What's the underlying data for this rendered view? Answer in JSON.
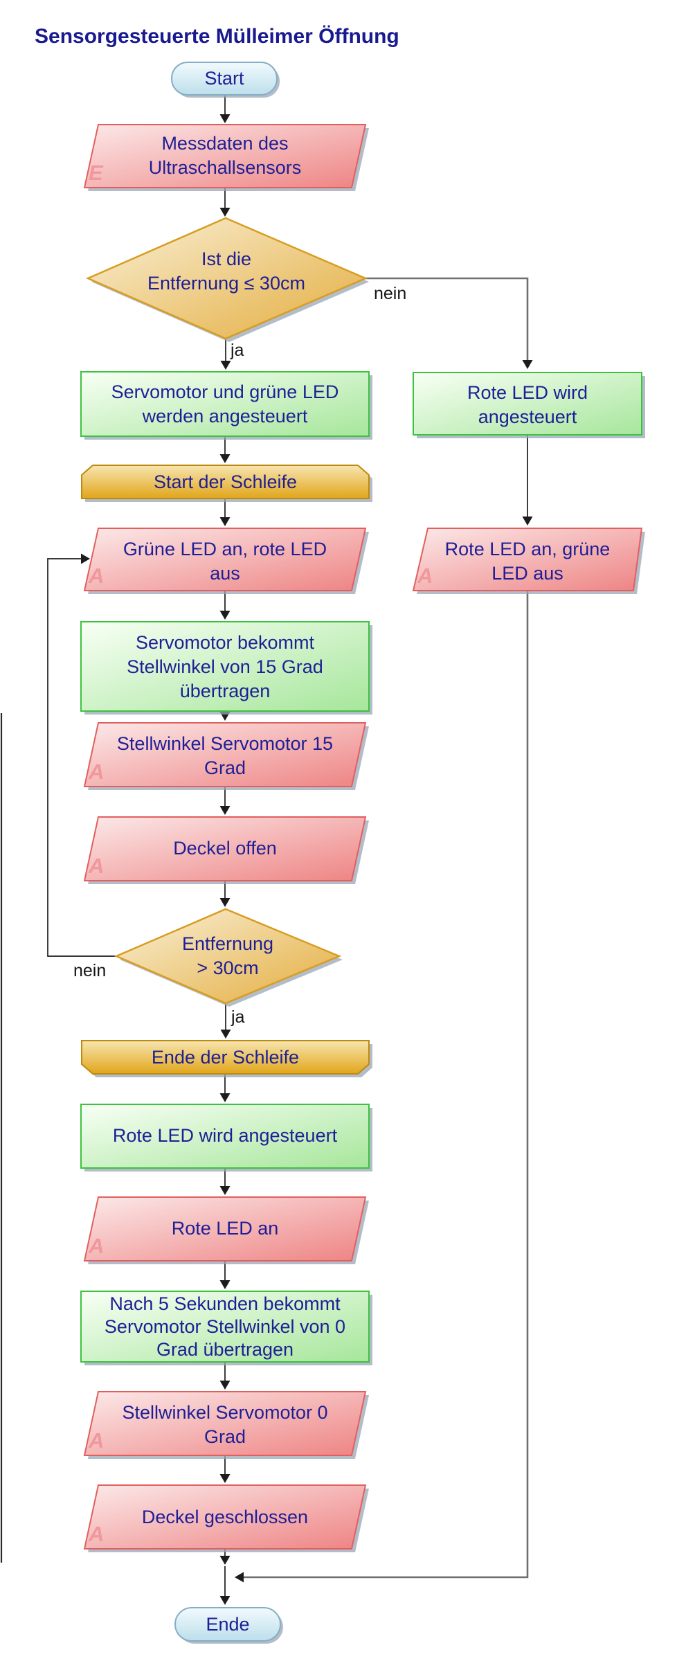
{
  "title": "Sensorgesteuerte Mülleimer Öffnung",
  "edge_labels": {
    "ja_entfernung": "ja",
    "nein_entfernung": "nein",
    "nein_schleife": "nein",
    "ja_schleife": "ja"
  },
  "nodes": {
    "start": {
      "label": "Start",
      "type": "terminator"
    },
    "messdaten": {
      "lines": [
        "Messdaten des",
        "Ultraschallsensors"
      ],
      "tag": "E",
      "type": "io"
    },
    "check_entfernung": {
      "lines": [
        "Ist die",
        "Entfernung ≤ 30cm"
      ],
      "type": "decision"
    },
    "servo_gruen": {
      "lines": [
        "Servomotor und grüne LED",
        "werden angesteuert"
      ],
      "type": "process"
    },
    "rote_led_wird_r": {
      "lines": [
        "Rote LED wird",
        "angesteuert"
      ],
      "type": "process"
    },
    "schleife_start": {
      "label": "Start der Schleife",
      "type": "loop-start"
    },
    "gruene_led_an": {
      "lines": [
        "Grüne LED an, rote LED",
        "aus"
      ],
      "tag": "A",
      "type": "io"
    },
    "rote_led_an_gruen": {
      "lines": [
        "Rote LED an, grüne",
        "LED aus"
      ],
      "tag": "A",
      "type": "io"
    },
    "servo_15": {
      "lines": [
        "Servomotor bekommt",
        "Stellwinkel von 15 Grad",
        "übertragen"
      ],
      "type": "process"
    },
    "stellwinkel_15": {
      "lines": [
        "Stellwinkel Servomotor 15",
        "Grad"
      ],
      "tag": "A",
      "type": "io"
    },
    "deckel_offen": {
      "label": "Deckel offen",
      "tag": "A",
      "type": "io"
    },
    "check_entfernung_loop": {
      "lines": [
        "Entfernung",
        "> 30cm"
      ],
      "type": "decision"
    },
    "schleife_ende": {
      "label": "Ende der Schleife",
      "type": "loop-end"
    },
    "rote_led_wird": {
      "label": "Rote LED wird angesteuert",
      "type": "process"
    },
    "rote_led_an": {
      "label": "Rote LED an",
      "tag": "A",
      "type": "io"
    },
    "nach_5_sek": {
      "lines": [
        "Nach 5 Sekunden bekommt",
        "Servomotor Stellwinkel von 0",
        "Grad übertragen"
      ],
      "type": "process"
    },
    "stellwinkel_0": {
      "lines": [
        "Stellwinkel Servomotor 0",
        "Grad"
      ],
      "tag": "A",
      "type": "io"
    },
    "deckel_geschlossen": {
      "label": "Deckel geschlossen",
      "tag": "A",
      "type": "io"
    },
    "ende": {
      "label": "Ende",
      "type": "terminator"
    }
  },
  "colors": {
    "text": "#1e1e96",
    "title": "#1a1a90",
    "edge_label": "#151515",
    "tag": "#f0989b",
    "terminator_fill_top": "#f2fafd",
    "terminator_fill_bottom": "#bddfeb",
    "terminator_border": "#85aec5",
    "io_fill_light": "#fce9e9",
    "io_fill_dark": "#ee8383",
    "io_border": "#e25f5f",
    "process_fill_light": "#f8fff5",
    "process_fill_dark": "#a6e69b",
    "process_border": "#3dc23d",
    "decision_fill_light": "#faf1d9",
    "decision_fill_dark": "#e3ac3c",
    "decision_border": "#d79d22",
    "loop_fill_light": "#f7e5b0",
    "loop_fill_dark": "#e1a61a",
    "loop_border": "#bd8a10",
    "connector": "#6f6f6f",
    "arrow": "#1c1c1c",
    "shadow": "#99a7b7"
  }
}
